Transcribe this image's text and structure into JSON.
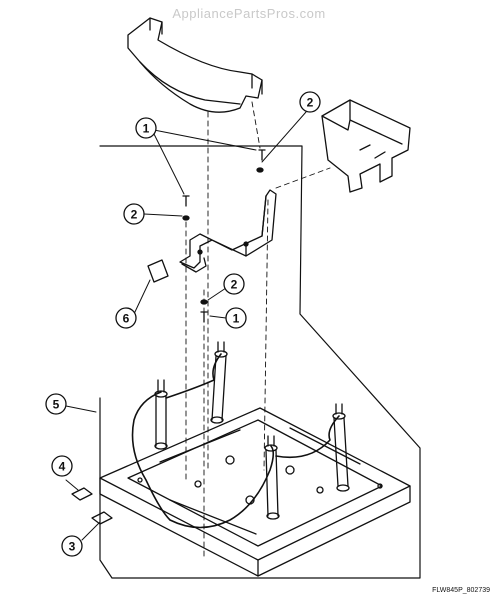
{
  "watermark": "AppliancePartsPros.com",
  "figure_code": "FLW845P_802739",
  "callouts": [
    {
      "number": "1",
      "part": "bolt (upper)"
    },
    {
      "number": "2",
      "part": "washer (upper right)"
    },
    {
      "number": "2",
      "part": "washer (upper left)"
    },
    {
      "number": "6",
      "part": "pad"
    },
    {
      "number": "2",
      "part": "washer (lower)"
    },
    {
      "number": "1",
      "part": "bolt (lower)"
    },
    {
      "number": "5",
      "part": "base / frame"
    },
    {
      "number": "4",
      "part": "label"
    },
    {
      "number": "3",
      "part": "label"
    }
  ],
  "callout_labels": [
    "1",
    "2",
    "2",
    "6",
    "2",
    "1",
    "5",
    "4",
    "3"
  ]
}
